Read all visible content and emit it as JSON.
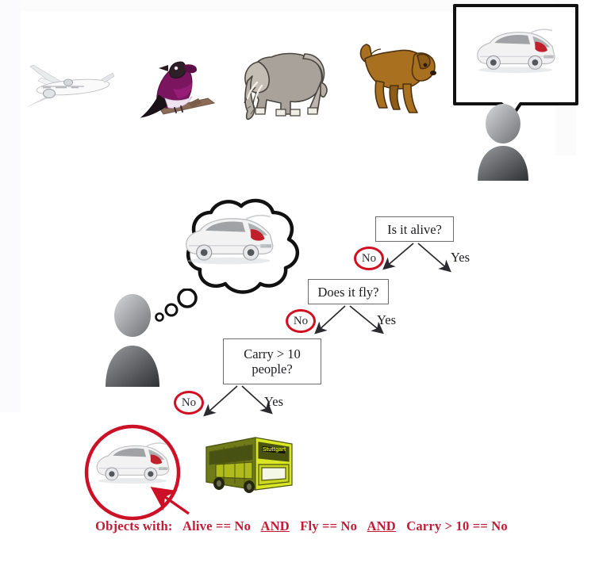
{
  "figure": {
    "title_text": "",
    "colors": {
      "accent_red": "#d01020",
      "caption_red": "#c31b36",
      "box_border": "#6b6b70",
      "text_dark": "#1c1c20",
      "bus_yellow": "#d8e623",
      "bus_dark_green": "#6f7a18",
      "bird_purple": "#7b1560",
      "elephant_gray": "#a8a29a",
      "dog_brown": "#a9711f",
      "person_gray": "#6f7175",
      "car_white": "#f2f2f3",
      "car_taillight_red": "#c0202a"
    }
  },
  "top_row": {
    "items": [
      {
        "name": "airplane",
        "label": "airplane"
      },
      {
        "name": "bird",
        "label": "bird"
      },
      {
        "name": "elephant",
        "label": "elephant"
      },
      {
        "name": "dog",
        "label": "dog"
      }
    ],
    "speech_panel": {
      "content": "car",
      "person": "observer"
    }
  },
  "tree": {
    "thought_bubble": {
      "content": "car"
    },
    "person": {
      "label": "observer"
    },
    "nodes": [
      {
        "id": "alive",
        "question": "Is it alive?",
        "no_label": "No",
        "yes_label": "Yes"
      },
      {
        "id": "fly",
        "question": "Does it fly?",
        "no_label": "No",
        "yes_label": "Yes"
      },
      {
        "id": "capacity",
        "question_line1": "Carry > 10",
        "question_line2": "people?",
        "no_label": "No",
        "yes_label": "Yes"
      }
    ],
    "leaves": [
      {
        "id": "car",
        "label": "car",
        "highlighted": true
      },
      {
        "id": "bus",
        "label": "bus",
        "sign_text": "Stuttgart",
        "highlighted": false
      }
    ]
  },
  "caption": {
    "prefix": "Objects with:",
    "clause1": "Alive == No",
    "conj1": "AND",
    "clause2": "Fly == No",
    "conj2": "AND",
    "clause3": "Carry > 10 == No"
  }
}
